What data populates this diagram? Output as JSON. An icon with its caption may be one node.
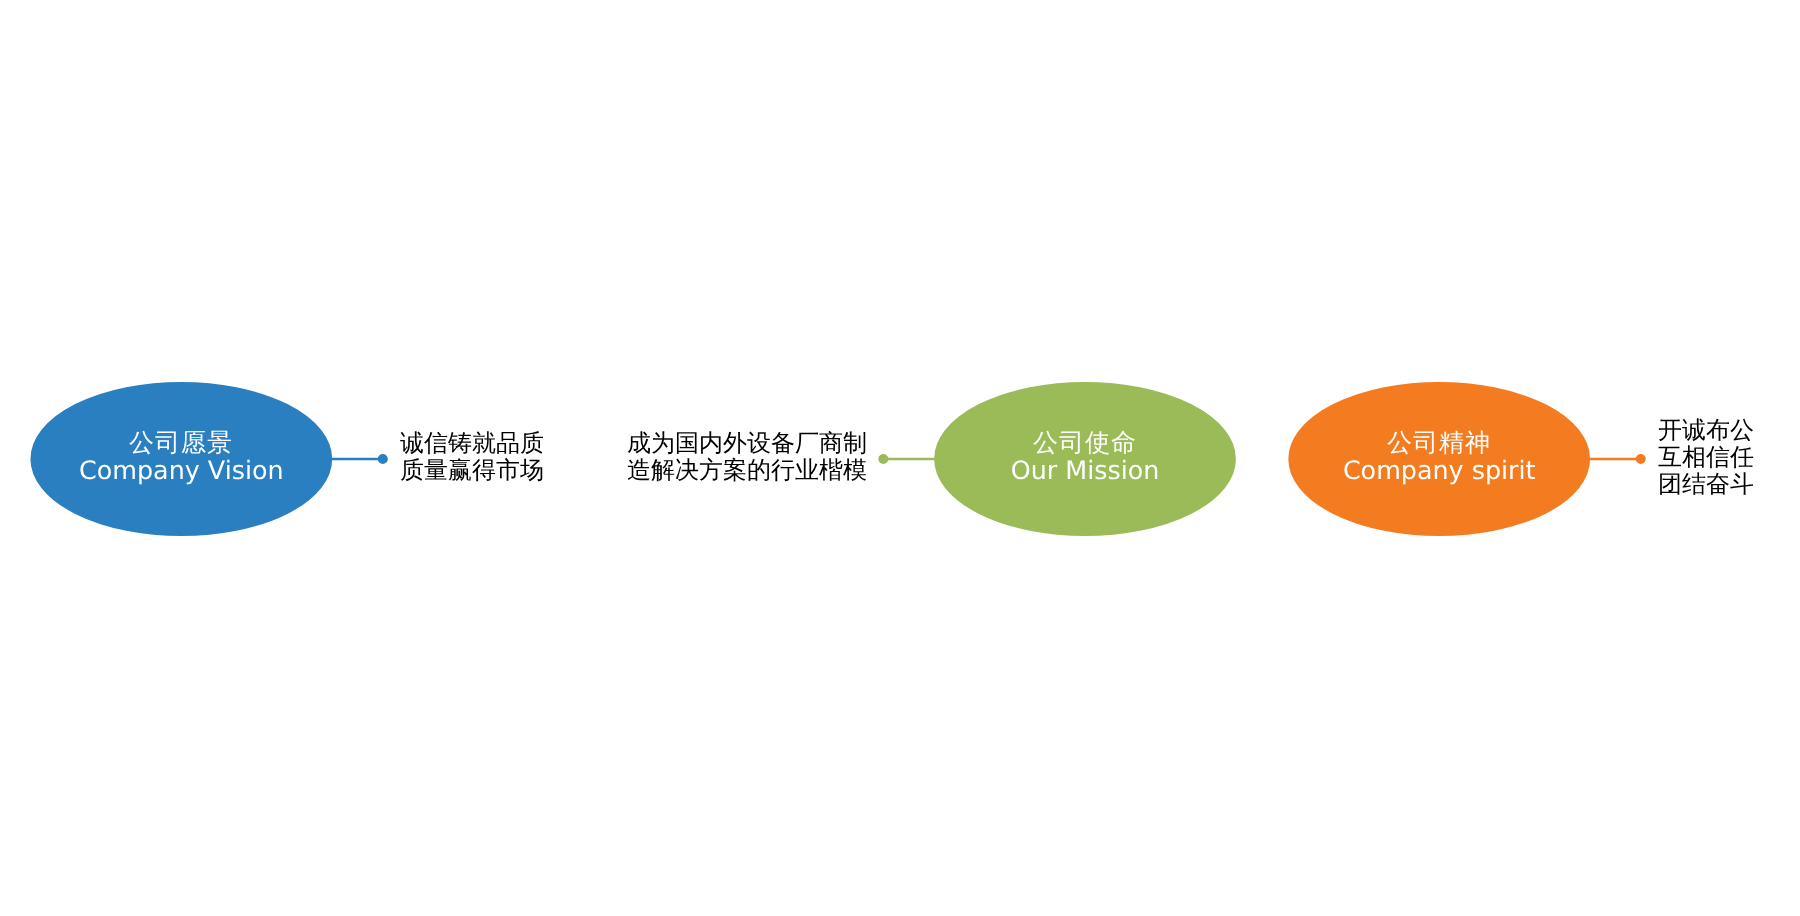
{
  "diagram": {
    "nodes": [
      {
        "text": [
          "公司愿景",
          "Company Vision"
        ]
      },
      {
        "text": [
          "成为国内外设备厂商制造解决方案的行业楷模"
        ]
      },
      {
        "text": [
          "公司使命",
          "Our Mission"
        ]
      },
      {
        "text": [
          "公司精神",
          "Company spirit"
        ]
      },
      {
        "text": [
          "诚信铸就品质质量赢得市场"
        ]
      },
      {
        "text": [
          "开诚布公互相信任团结奋斗"
        ]
      }
    ],
    "edges": [
      {
        "from": 0,
        "to": 4,
        "arrow": "other",
        "color": "#2a7fc0"
      },
      {
        "from": 2,
        "to": 1,
        "arrow": "other",
        "color": "#9bbb59"
      },
      {
        "from": 3,
        "to": 5,
        "arrow": "other",
        "color": "#f47c20"
      }
    ]
  }
}
